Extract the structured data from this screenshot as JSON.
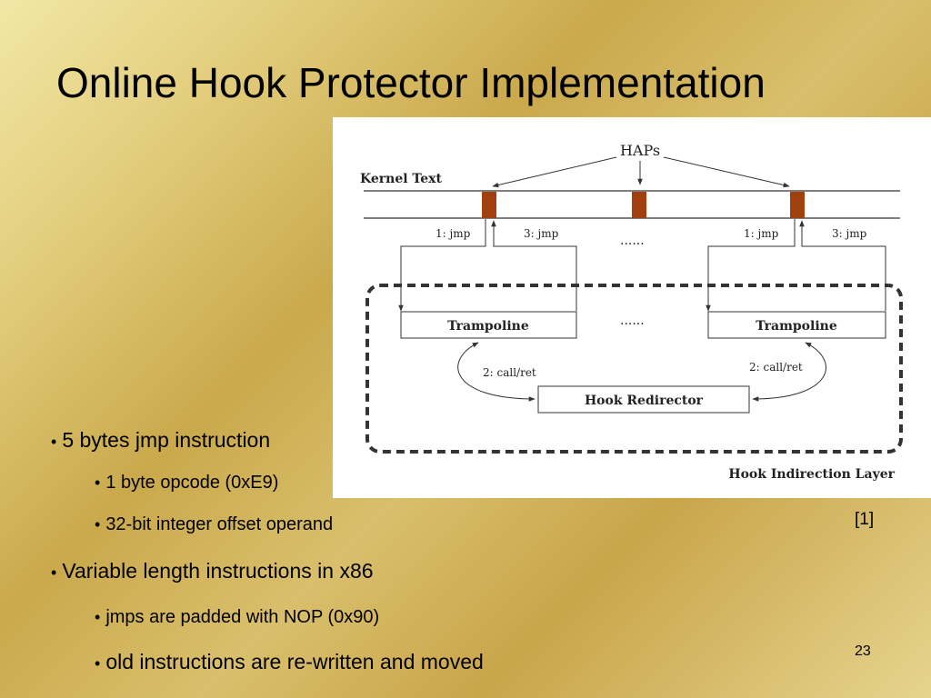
{
  "slide": {
    "title": "Online Hook Protector Implementation",
    "bullets": [
      {
        "text": "5 bytes jmp instruction",
        "level": 1
      },
      {
        "text": "1 byte opcode (0xE9)",
        "level": 2
      },
      {
        "text": "32-bit integer offset operand",
        "level": 2
      },
      {
        "text": "Variable length instructions in x86",
        "level": 1
      },
      {
        "text": "jmps are padded with NOP (0x90)",
        "level": 2
      },
      {
        "text": "old instructions are re-written and moved",
        "level": 2
      }
    ],
    "bullet_glyph": "•",
    "reference": "[1]",
    "page_number": "23"
  },
  "diagram": {
    "haps_label": "HAPs",
    "kernel_text_label": "Kernel Text",
    "jmp1_label": "1: jmp",
    "jmp3_label": "3: jmp",
    "ellipsis": "......",
    "trampoline_label": "Trampoline",
    "callret_label": "2: call/ret",
    "hook_redirector_label": "Hook Redirector",
    "layer_label": "Hook Indirection Layer",
    "hap_color": "#a0400f"
  }
}
